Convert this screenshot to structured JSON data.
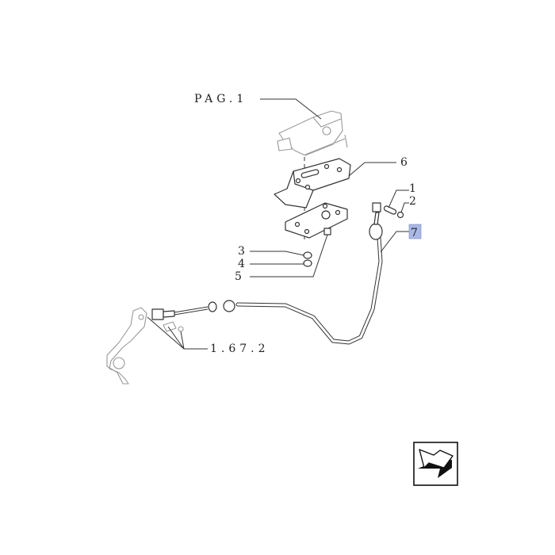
{
  "diagram": {
    "reference_top": "PAG.1",
    "reference_left": "1.67.2",
    "callouts": [
      {
        "id": "1",
        "label": "1"
      },
      {
        "id": "2",
        "label": "2"
      },
      {
        "id": "3",
        "label": "3"
      },
      {
        "id": "4",
        "label": "4"
      },
      {
        "id": "5",
        "label": "5"
      },
      {
        "id": "6",
        "label": "6"
      },
      {
        "id": "7",
        "label": "7",
        "highlighted": true
      }
    ],
    "highlight_color": "#aab8e6",
    "nav_icon": "next-page-arrow-icon"
  }
}
